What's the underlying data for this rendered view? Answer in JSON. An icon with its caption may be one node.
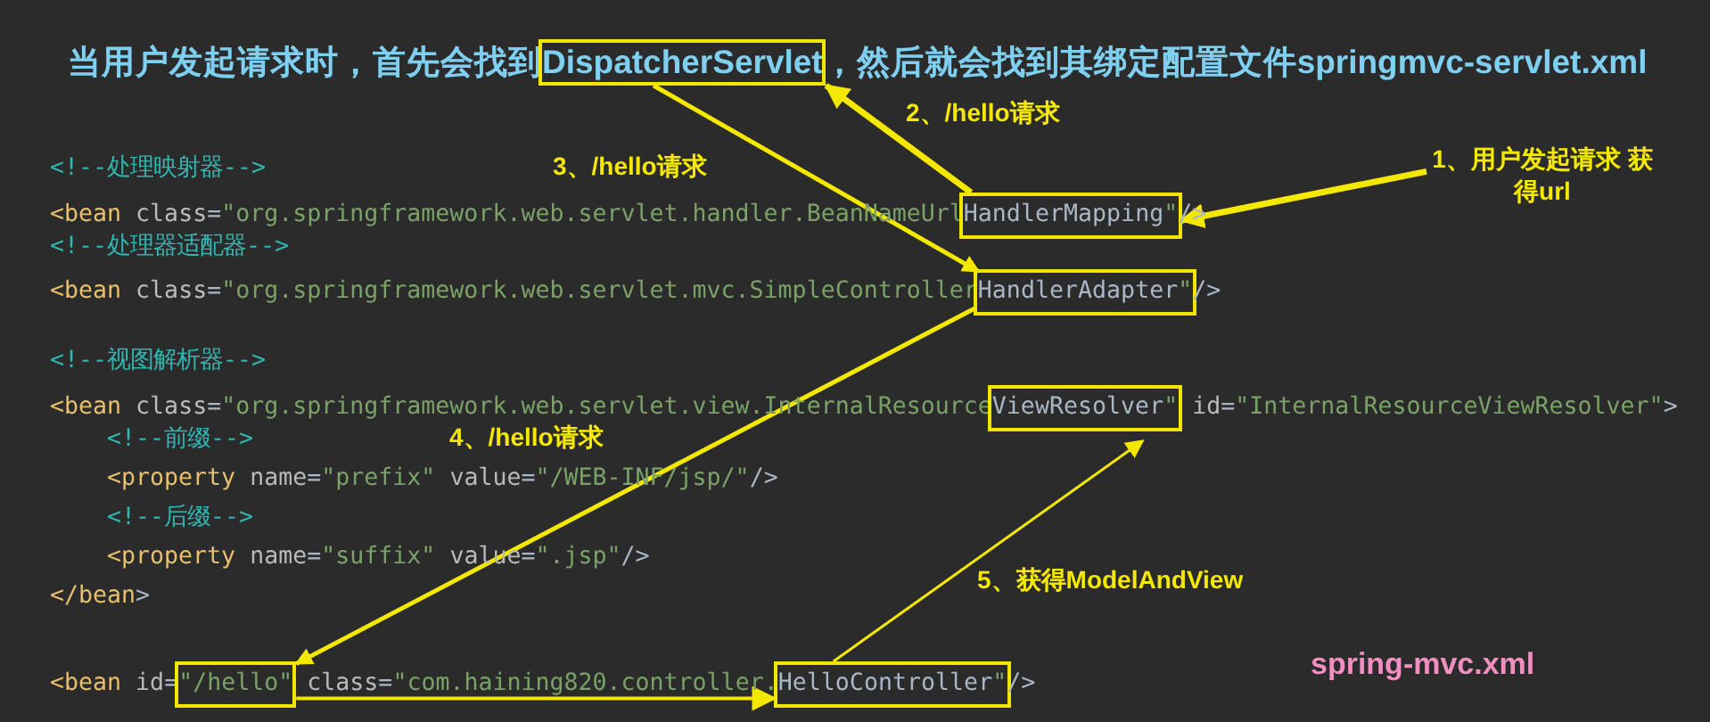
{
  "diagram": {
    "nodes": [
      {
        "text": [
          "DispatcherServlet"
        ]
      },
      {
        "text": [
          "HandlerMapping\""
        ]
      },
      {
        "text": [
          "HandlerAdapter\""
        ]
      },
      {
        "text": [
          "ViewResolver\""
        ]
      },
      {
        "text": [
          "\"/hello\""
        ]
      },
      {
        "text": [
          "HelloController\""
        ]
      },
      {
        "text": [
          "1、用户发起请求 获得url"
        ]
      }
    ],
    "edges": [
      {
        "from": 6,
        "to": 1,
        "arrow": "to"
      },
      {
        "from": 1,
        "to": 0,
        "arrow": "to",
        "label": "2、/hello请求"
      },
      {
        "from": 0,
        "to": 2,
        "arrow": "to",
        "label": "3、/hello请求"
      },
      {
        "from": 2,
        "to": 4,
        "arrow": "to",
        "label": "4、/hello请求"
      },
      {
        "from": 4,
        "to": 5,
        "arrow": "to"
      },
      {
        "from": 5,
        "to": 3,
        "arrow": "to",
        "label": "5、获得ModelAndView"
      }
    ],
    "labels": [
      "当用户发起请求时，首先会找到",
      "，然后就会找到其绑定配置文件springmvc-servlet.xml",
      "<!--处理映射器-->",
      "<bean class=\"org.springframework.web.servlet.handler.BeanNameUrl",
      "/>",
      "<!--处理器适配器-->",
      "<bean class=\"org.springframework.web.servlet.mvc.SimpleController",
      "/>",
      "<!--视图解析器-->",
      "<bean class=\"org.springframework.web.servlet.view.InternalResource",
      " id=\"InternalResourceViewResolver\">",
      "<!--前缀-->",
      "<property name=\"prefix\" value=\"/WEB-INF/jsp/\"/>",
      "<!--后缀-->",
      "<property name=\"suffix\" value=\".jsp\"/>",
      "</bean>",
      "<bean id=",
      " class=\"com.haining820.controller.",
      "/>",
      "spring-mvc.xml"
    ]
  }
}
